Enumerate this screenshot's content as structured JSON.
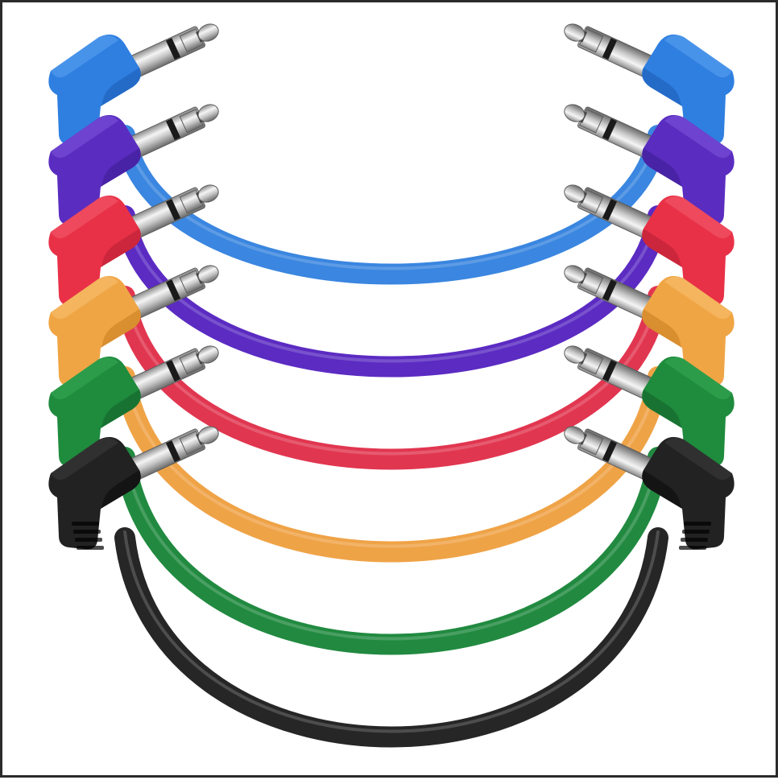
{
  "image": {
    "background": "#ffffff",
    "frame_color": "#2b2b2b"
  },
  "cables": [
    {
      "color_name": "blue",
      "body": "#2f7fe0",
      "shade": "#1f63bd",
      "light": "#5aa0f0",
      "cable": "#3a86e0"
    },
    {
      "color_name": "purple",
      "body": "#5a2dc0",
      "shade": "#42209a",
      "light": "#7a52d8",
      "cable": "#5b2bc2"
    },
    {
      "color_name": "red",
      "body": "#e83147",
      "shade": "#bf2236",
      "light": "#f25a6c",
      "cable": "#e13650"
    },
    {
      "color_name": "orange",
      "body": "#f0a545",
      "shade": "#cf8426",
      "light": "#f7c070",
      "cable": "#efa347"
    },
    {
      "color_name": "green",
      "body": "#1f8b3d",
      "shade": "#156a2d",
      "light": "#35a854",
      "cable": "#218a40"
    },
    {
      "color_name": "black",
      "body": "#222222",
      "shade": "#0e0e0e",
      "light": "#3a3a3a",
      "cable": "#262626"
    }
  ],
  "plug": {
    "metal_light": "#f4f4f4",
    "metal_mid": "#bdbdbd",
    "metal_dark": "#6f6f6f",
    "ring": "#1a1a1a"
  }
}
